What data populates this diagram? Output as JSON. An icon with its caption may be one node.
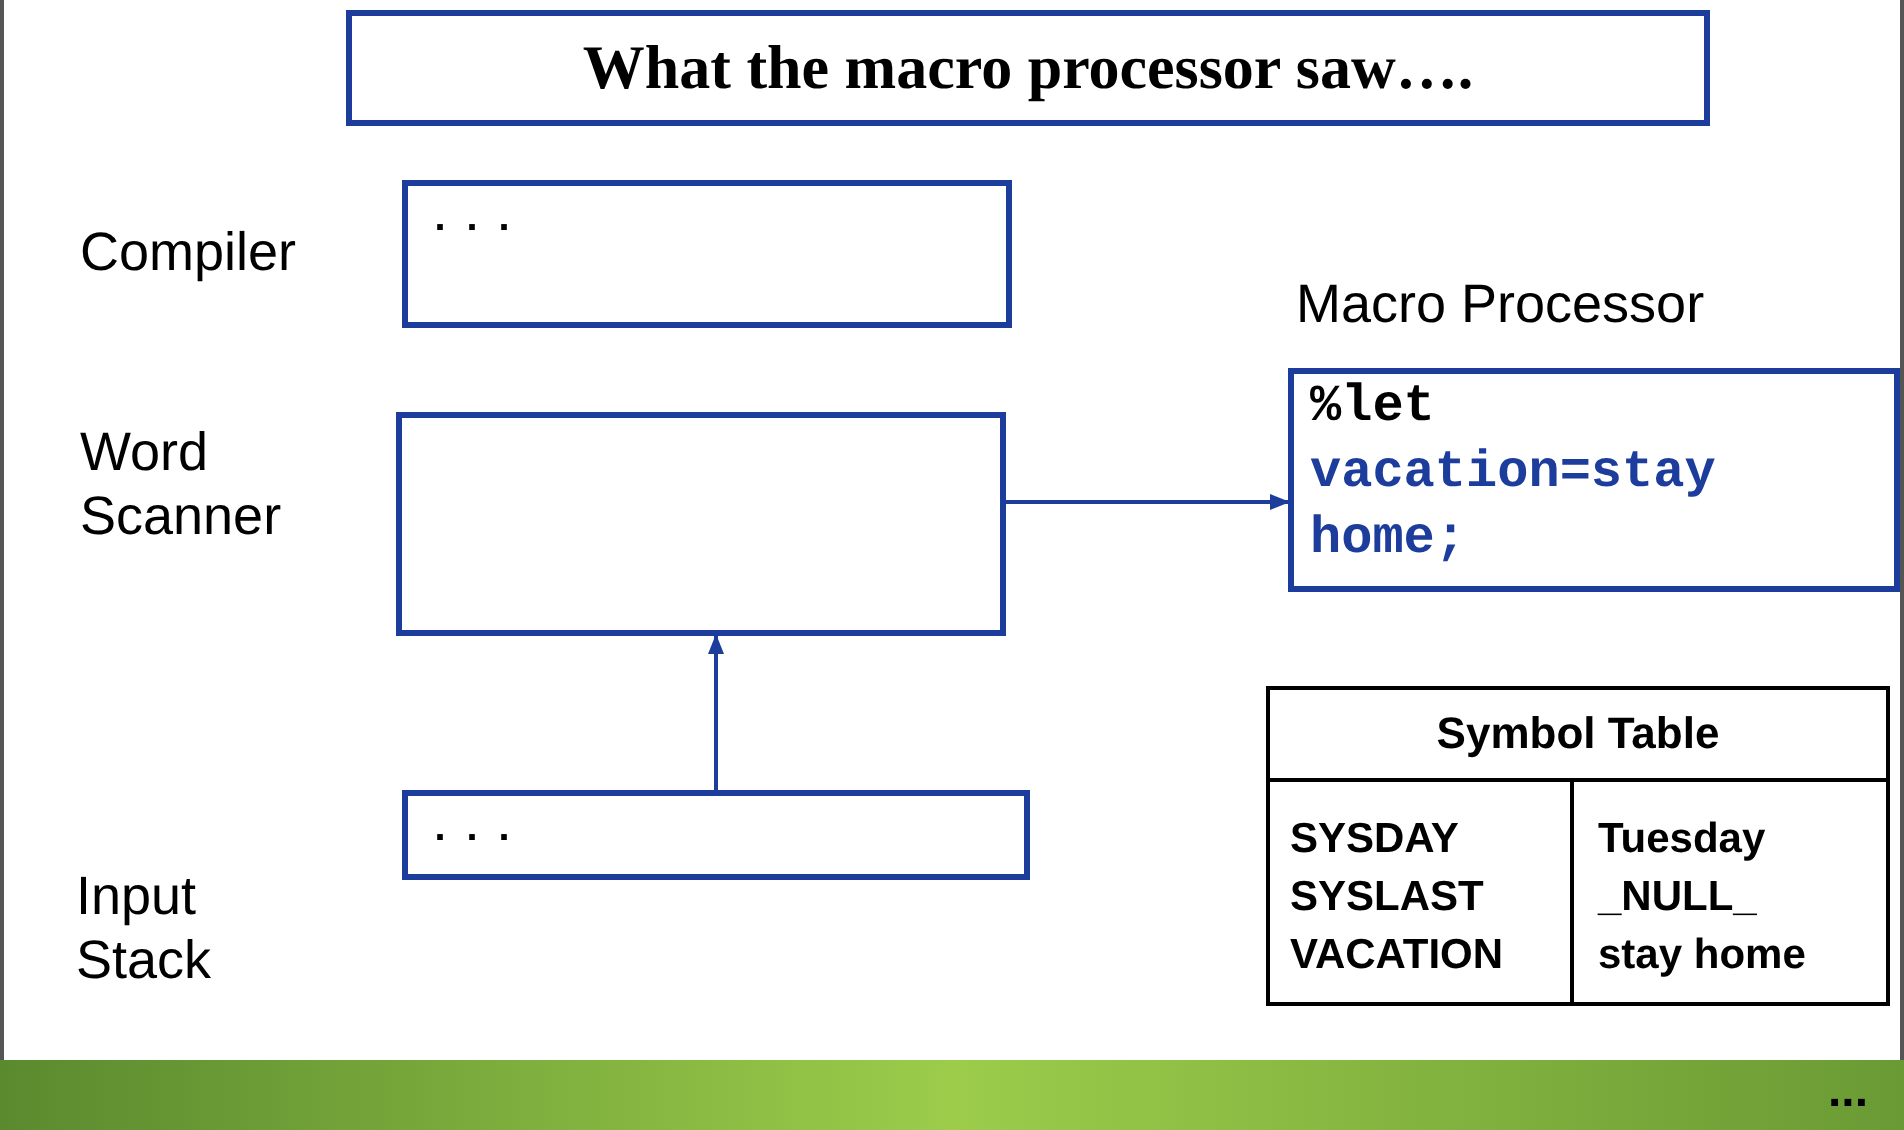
{
  "diagram": {
    "nodes": [
      {
        "text": [
          "What the macro processor saw…."
        ]
      },
      {
        "text": [
          "..."
        ],
        "beside": [
          "Compiler"
        ]
      },
      {
        "text": [],
        "shape": "box",
        "beside": [
          "Word Scanner"
        ]
      },
      {
        "text": [
          "%let",
          "vacation=stay home;"
        ],
        "beside": [
          "Macro Processor"
        ]
      },
      {
        "text": [
          "..."
        ],
        "beside": [
          "Input Stack"
        ]
      },
      {
        "text": [
          "Symbol Table"
        ]
      }
    ],
    "edges": [
      {
        "from": 4,
        "to": 2,
        "arrow": "to"
      },
      {
        "from": 2,
        "to": 3,
        "arrow": "to"
      }
    ],
    "labels": [
      "SYSDAY",
      "Tuesday",
      "SYSLAST",
      "_NULL_",
      "VACATION",
      "stay home",
      "..."
    ]
  }
}
